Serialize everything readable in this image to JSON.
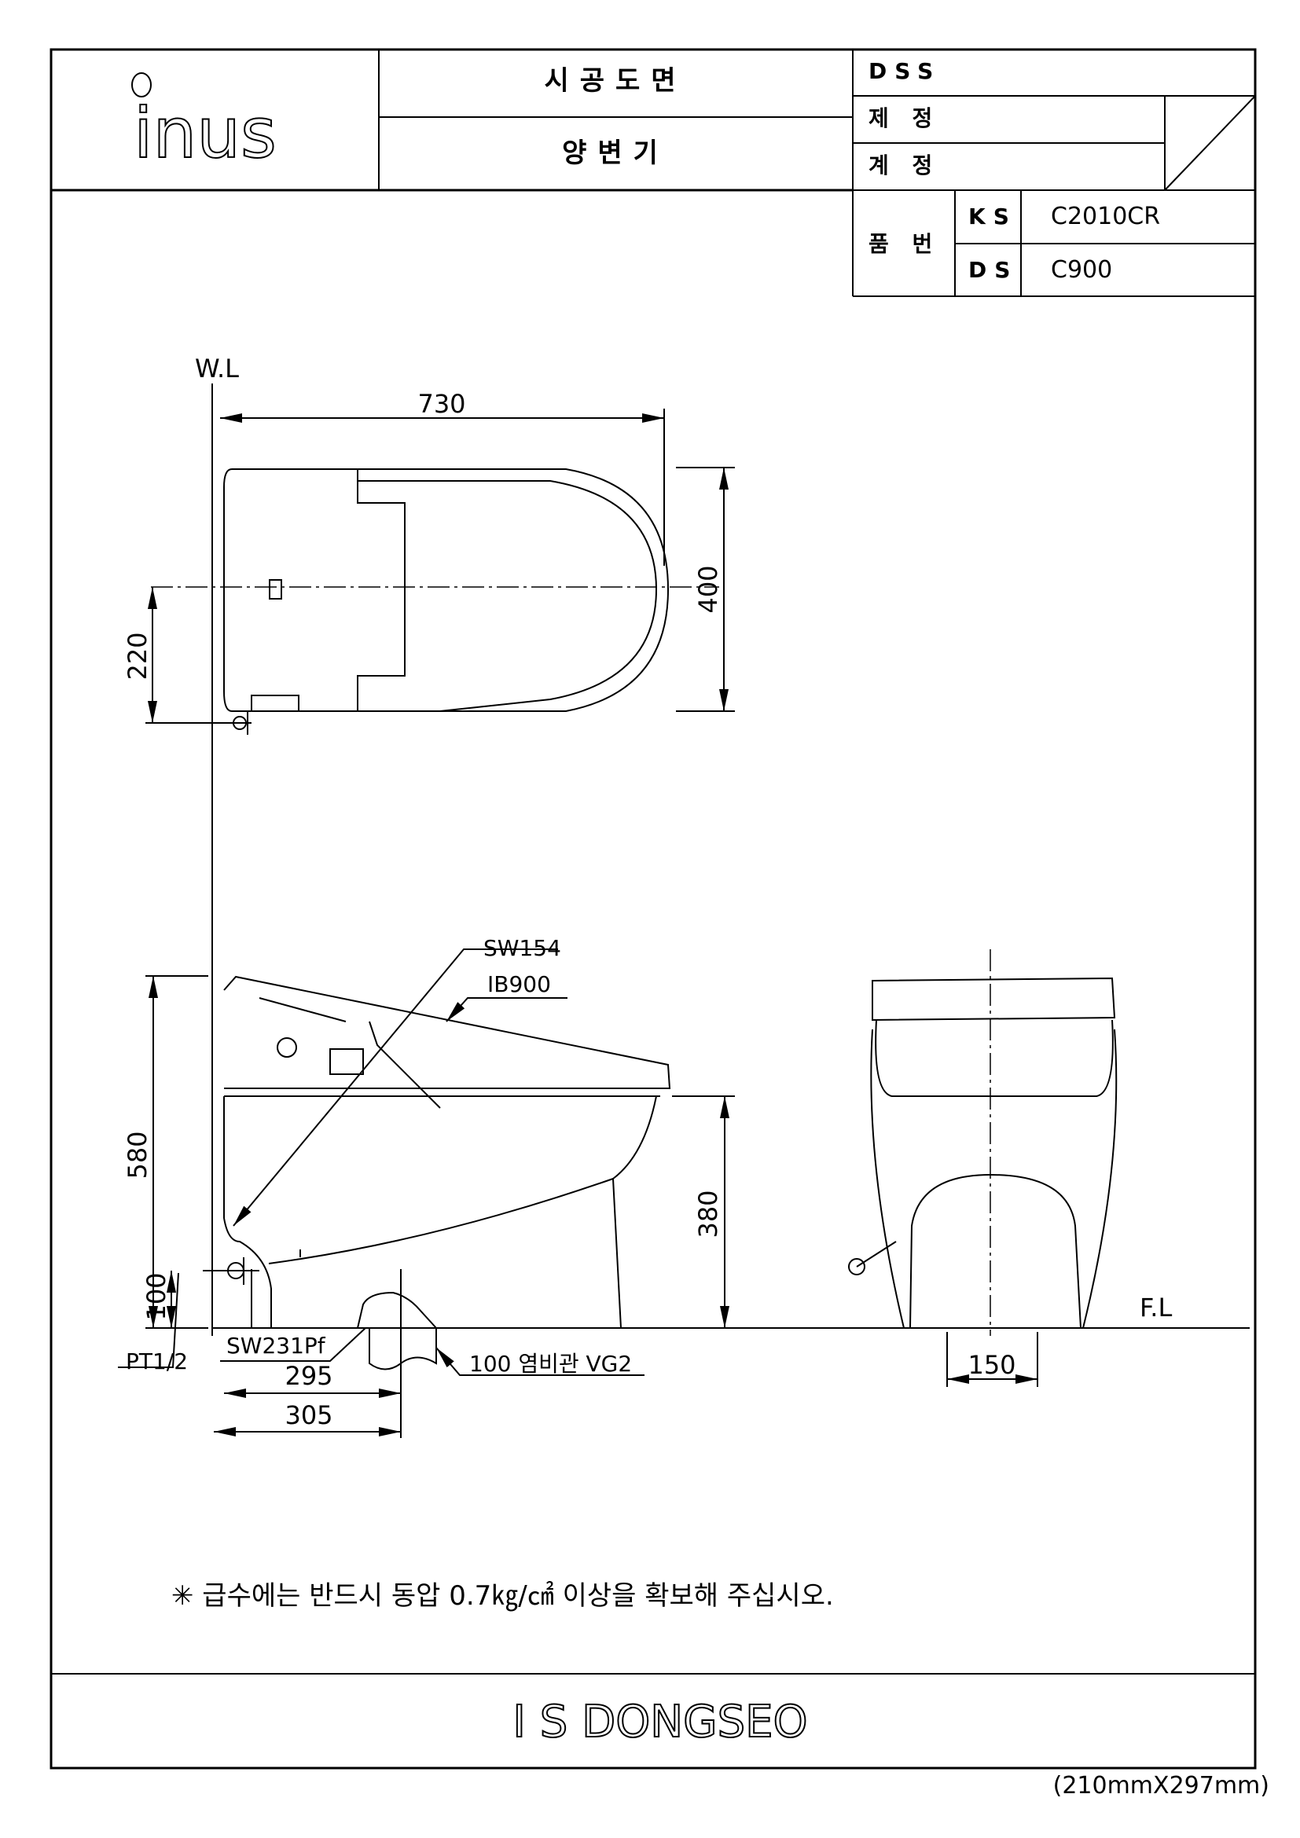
{
  "header": {
    "logo": "inus",
    "title": "시공도면",
    "subtitle": "양변기",
    "dss_label": "DSS",
    "made_label": "제 정",
    "revised_label": "계 정",
    "product_no_label": "품 번",
    "rows": [
      {
        "code": "KS",
        "value": "C2010CR"
      },
      {
        "code": "DS",
        "value": "C900"
      }
    ]
  },
  "drawing": {
    "wall_line": "W.L",
    "floor_line": "F.L",
    "dimensions": {
      "length": "730",
      "width": "400",
      "supply_offset": "220",
      "height": "580",
      "bowl_height": "380",
      "supply_height": "100",
      "drain_295": "295",
      "drain_305": "305",
      "front_150": "150"
    },
    "labels": {
      "sw154": "SW154",
      "ib900": "IB900",
      "sw231pf": "SW231Pf",
      "pt12": "PT1/2",
      "pipe": "100  염비관  VG2"
    }
  },
  "note": "✳  급수에는 반드시 동압 0.7㎏/㎠ 이상을 확보해 주십시오.",
  "footer": {
    "company": "I S DONGSEO",
    "paper_size": "(210mmX297mm)"
  }
}
